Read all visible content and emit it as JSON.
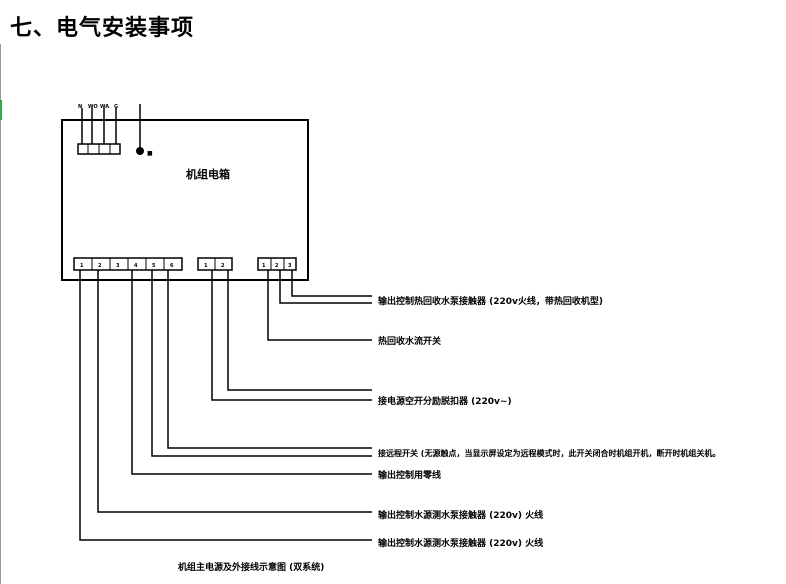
{
  "page": {
    "heading": "七、电气安装事项"
  },
  "diagram": {
    "box_label": "机组电箱",
    "top_terminal_labels": [
      "N",
      "WO",
      "WA",
      "G"
    ],
    "power_indicator_label": "■",
    "terminal_group_a_marks": [
      "1",
      "2",
      "3",
      "4",
      "5",
      "6"
    ],
    "terminal_group_b_marks": [
      "1",
      "2"
    ],
    "terminal_group_c_marks": [
      "1",
      "2",
      "3"
    ],
    "callouts": [
      "输出控制热回收水泵接触器 (220v火线，带热回收机型)",
      "热回收水流开关",
      "接电源空开分励脱扣器 (220v~)",
      "接远程开关 (无源触点，当显示屏设定为远程模式时，此开关闭合时机组开机，断开时机组关机。",
      "输出控制用零线",
      "输出控制水源测水泵接触器 (220v) 火线",
      "输出控制水源测水泵接触器 (220v) 火线"
    ],
    "caption": "机组主电源及外接线示意图 (双系统)"
  }
}
